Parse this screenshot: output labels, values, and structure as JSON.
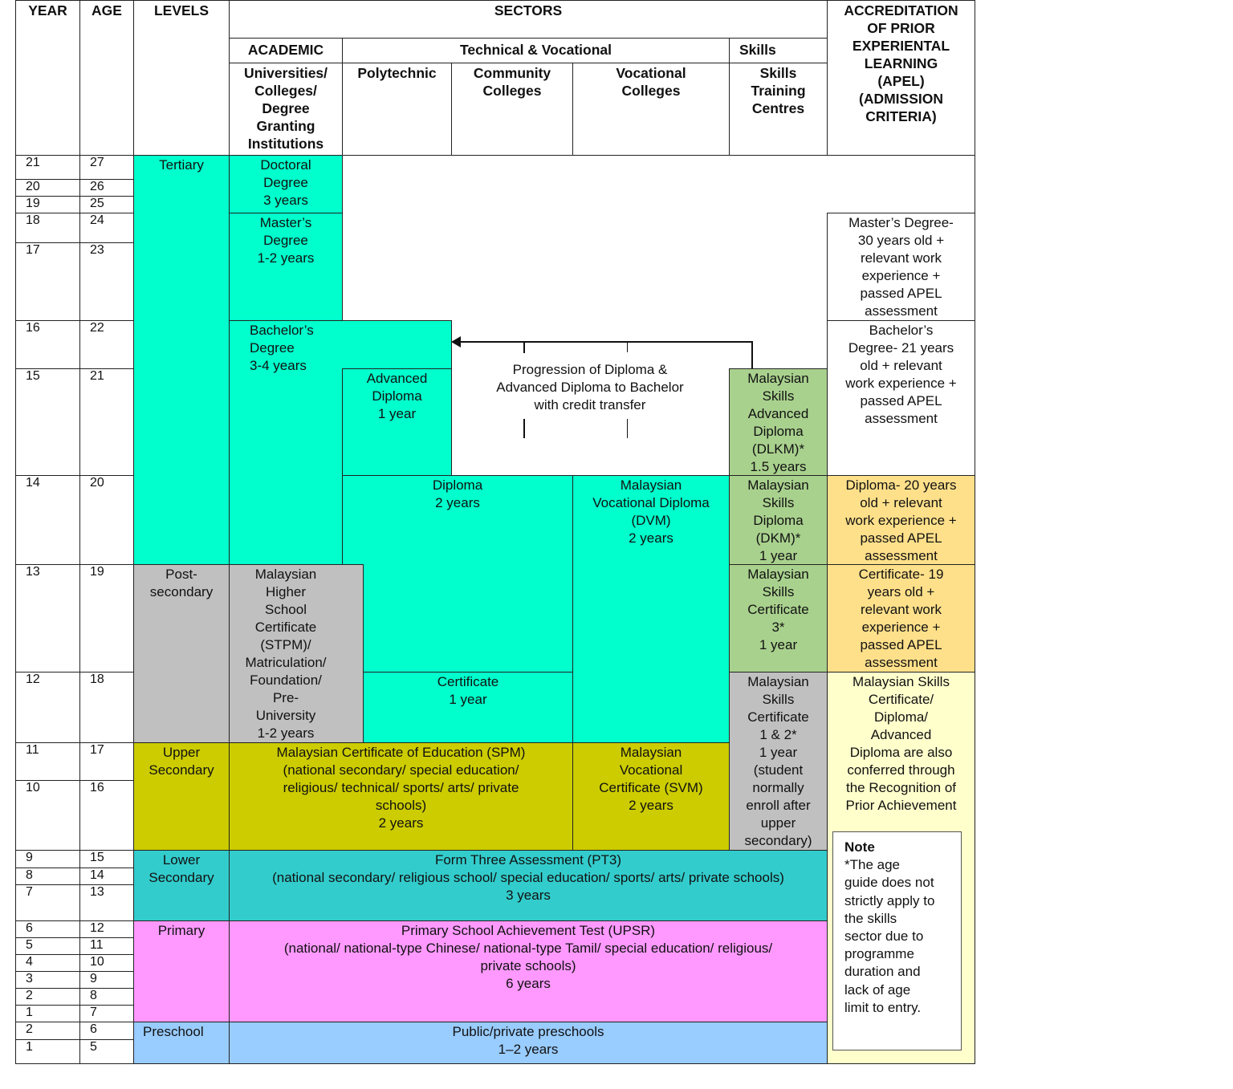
{
  "header": {
    "year": "YEAR",
    "age": "AGE",
    "levels": "LEVELS",
    "sectors": "SECTORS",
    "apel": "ACCREDITATION\nOF PRIOR\nEXPERIENTAL\nLEARNING\n(APEL)\n(ADMISSION\nCRITERIA)",
    "academic": "ACADEMIC",
    "technical_vocational": "Technical & Vocational",
    "skills": "Skills",
    "institutions": {
      "universities": "Universities/\nColleges/\nDegree\nGranting\nInstitutions",
      "polytechnic": "Polytechnic",
      "community_colleges": "Community\nColleges",
      "vocational_colleges": "Vocational\nColleges",
      "skills_training_centres": "Skills\nTraining\nCentres"
    }
  },
  "rows": [
    {
      "year": "21",
      "age": "27"
    },
    {
      "year": "20",
      "age": "26"
    },
    {
      "year": "19",
      "age": "25"
    },
    {
      "year": "18",
      "age": "24"
    },
    {
      "year": "17",
      "age": "23"
    },
    {
      "year": "16",
      "age": "22"
    },
    {
      "year": "15",
      "age": "21"
    },
    {
      "year": "14",
      "age": "20"
    },
    {
      "year": "13",
      "age": "19"
    },
    {
      "year": "12",
      "age": "18"
    },
    {
      "year": "11",
      "age": "17"
    },
    {
      "year": "10",
      "age": "16"
    },
    {
      "year": "9",
      "age": "15"
    },
    {
      "year": "8",
      "age": "14"
    },
    {
      "year": "7",
      "age": "13"
    },
    {
      "year": "6",
      "age": "12"
    },
    {
      "year": "5",
      "age": "11"
    },
    {
      "year": "4",
      "age": "10"
    },
    {
      "year": "3",
      "age": "9"
    },
    {
      "year": "2",
      "age": "8"
    },
    {
      "year": "1",
      "age": "7"
    },
    {
      "year": "2",
      "age": "6"
    },
    {
      "year": "1",
      "age": "5"
    }
  ],
  "levels": {
    "tertiary": "Tertiary",
    "post_secondary": "Post-\nsecondary",
    "upper_secondary": "Upper\nSecondary",
    "lower_secondary": "Lower\nSecondary",
    "primary": "Primary",
    "preschool": "Preschool"
  },
  "blocks": {
    "doctoral": "Doctoral\nDegree\n3 years",
    "masters": "Master’s\nDegree\n1-2 years",
    "bachelors": "Bachelor’s\nDegree\n3-4 years",
    "advanced_diploma": "Advanced\nDiploma\n1 year",
    "progression_note": "Progression of Diploma &\nAdvanced Diploma to Bachelor\nwith credit transfer",
    "dlkm": "Malaysian\nSkills\nAdvanced\nDiploma\n(DLKM)*\n1.5 years",
    "diploma": "Diploma\n2 years",
    "dvm": "Malaysian\nVocational Diploma\n(DVM)\n2 years",
    "dkm": "Malaysian\nSkills\nDiploma\n(DKM)*\n1 year",
    "stpm": "Malaysian\nHigher\nSchool\nCertificate\n(STPM)/\nMatriculation/\nFoundation/\nPre-\nUniversity\n1-2 years",
    "skills_cert_3": "Malaysian\nSkills\nCertificate\n3*\n1 year",
    "certificate": "Certificate\n1 year",
    "skills_cert_1_2": "Malaysian\nSkills\nCertificate\n1 & 2*\n1 year\n(student\nnormally\nenroll after\nupper\nsecondary)",
    "spm": "Malaysian Certificate of Education (SPM)\n(national secondary/ special education/\nreligious/ technical/ sports/ arts/ private\nschools)\n2 years",
    "svm": "Malaysian\nVocational\nCertificate (SVM)\n2 years",
    "pt3": "Form Three Assessment (PT3)\n(national secondary/ religious school/ special education/ sports/ arts/ private schools)\n3 years",
    "upsr": "Primary School Achievement Test (UPSR)\n(national/ national-type Chinese/ national-type Tamil/ special education/ religious/\nprivate schools)\n6 years",
    "preschool": "Public/private preschools\n1–2 years"
  },
  "apel": {
    "masters": "Master’s Degree-\n30 years old +\nrelevant work\nexperience +\npassed APEL\nassessment",
    "bachelors": "Bachelor’s\nDegree- 21 years\nold + relevant\nwork experience +\npassed APEL\nassessment",
    "diploma": "Diploma- 20 years\nold + relevant\nwork experience +\npassed APEL\nassessment",
    "certificate": "Certificate- 19\nyears old +\nrelevant work\nexperience +\npassed APEL\nassessment",
    "skills_rpa": "Malaysian Skills\nCertificate/\nDiploma/\nAdvanced\nDiploma are also\nconferred through\nthe Recognition of\nPrior Achievement"
  },
  "note": {
    "title": "Note",
    "text": "*The age\nguide does not\nstrictly apply to\nthe skills\nsector due to\nprogramme\nduration and\nlack of age\nlimit to entry."
  },
  "colors": {
    "tertiary_teal": "#00ffcc",
    "post_secondary_grey": "#c0c0c0",
    "upper_secondary_olive": "#cccc00",
    "lower_secondary_cyan": "#33cccc",
    "primary_pink": "#ff99ff",
    "preschool_blue": "#99ccff",
    "skills_green": "#a9d18e",
    "apel_orange": "#ffe08a",
    "apel_light_yellow": "#ffffcc"
  }
}
